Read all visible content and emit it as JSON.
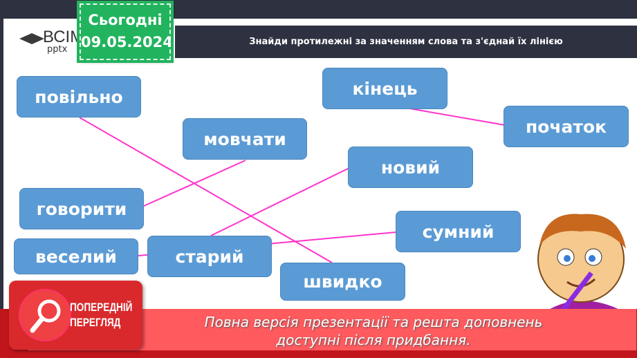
{
  "header": {
    "logo_text": "ВСІМ",
    "logo_sub": "pptx",
    "date_label": "Сьогодні",
    "date": "09.05.2024",
    "title": "Знайди протилежні за значенням слова та з'єднай їх лінією"
  },
  "words": [
    "повільно",
    "мовчати",
    "говорити",
    "старий",
    "веселий",
    "кінець",
    "початок",
    "новий",
    "сумний",
    "швидко"
  ],
  "line_color": "#ff33cc",
  "pairs": [
    [
      "повільно",
      "швидко"
    ],
    [
      "мовчати",
      "говорити"
    ],
    [
      "новий",
      "старий"
    ],
    [
      "сумний",
      "веселий"
    ],
    [
      "кінець",
      "початок"
    ]
  ],
  "preview": {
    "label_line1": "ПОПЕРЕДНІЙ",
    "label_line2": "ПЕРЕГЛЯД",
    "icon": "magnifier-icon"
  },
  "banner": {
    "line1": "Повна версія презентації та решта доповнень",
    "line2": "доступні після придбання."
  }
}
